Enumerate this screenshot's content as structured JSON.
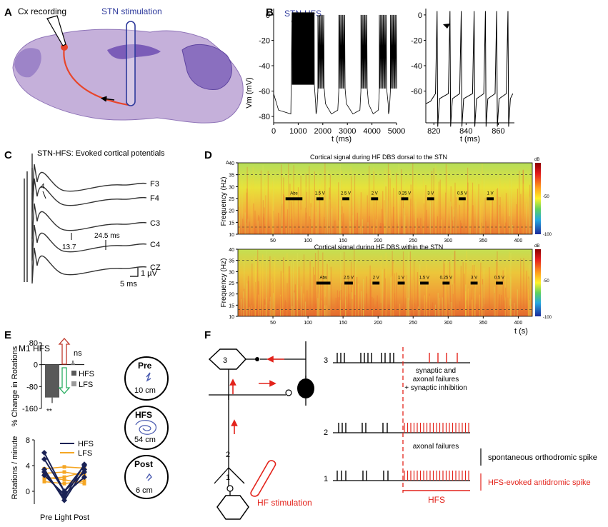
{
  "panel_labels": [
    "A",
    "B",
    "C",
    "D",
    "E",
    "F"
  ],
  "panelA": {
    "cx_label": "Cx recording",
    "stn_label": "STN stimulation",
    "colors": {
      "tissue": "#b9a3cf",
      "tissue_dark": "#6a4fa3",
      "path": "#e8452a",
      "stn": "#2e3a9c"
    }
  },
  "panelB": {
    "hfs_label": "STN-HFS",
    "ylabel": "Vm (mV)",
    "xlabel": "t (ms)",
    "left_yticks": [
      "0",
      "-20",
      "-40",
      "-60",
      "-80"
    ],
    "left_xticks": [
      "0",
      "1000",
      "2000",
      "3000",
      "4000",
      "5000"
    ],
    "right_yticks": [
      "0",
      "-20",
      "-40",
      "-60"
    ],
    "right_xticks": [
      "820",
      "840",
      "860"
    ],
    "stim_start_ms": 800,
    "stim_end_ms": 1600
  },
  "panelC": {
    "title": "STN-HFS: Evoked cortical potentials",
    "traces": [
      "F3",
      "F4",
      "C3",
      "C4",
      "CZ"
    ],
    "annotations": [
      "4",
      "24.5 ms",
      "13.7"
    ],
    "scale_v": "1 µV",
    "scale_t": "5 ms"
  },
  "panelD": {
    "sublabel": "A",
    "top_title": "Cortical signal during HF DBS dorsal to the STN",
    "bottom_title": "Cortical signal during HF DBS within the STN",
    "ylabel": "Frequency (Hz)",
    "yticks": [
      "40",
      "35",
      "30",
      "25",
      "20",
      "15",
      "10"
    ],
    "xticks": [
      "50",
      "100",
      "150",
      "200",
      "250",
      "300",
      "350",
      "400"
    ],
    "xlabel": "t (s)",
    "cbar_unit": "dB",
    "cbar_ticks": [
      "-50",
      "-100"
    ],
    "top_stim": [
      "Abs",
      "1.5 V",
      "2.5 V",
      "2 V",
      "0.25 V",
      "3 V",
      "0.5 V",
      "1 V"
    ],
    "bottom_stim": [
      "Abs",
      "2.5 V",
      "2 V",
      "1 V",
      "1.5 V",
      "0.25 V",
      "3 V",
      "0.5 V"
    ]
  },
  "panelE": {
    "title": "M1 HFS",
    "bar_ylabel": "% Change in Rotations",
    "bar_yticks": [
      "80",
      "0",
      "-80",
      "-160"
    ],
    "ns": "ns",
    "sig": "**",
    "legend": [
      "HFS",
      "LFS"
    ],
    "line_ylabel": "Rotations / minute",
    "line_yticks": [
      "8",
      "4",
      "0"
    ],
    "line_xlabel": "Pre Light Post",
    "circles": [
      {
        "label": "Pre",
        "dist": "10 cm"
      },
      {
        "label": "HFS",
        "dist": "54 cm"
      },
      {
        "label": "Post",
        "dist": "6 cm"
      }
    ],
    "colors": {
      "hfs": "#1a2255",
      "lfs": "#f5a623",
      "bar_hfs": "#595959",
      "bar_lfs": "#9a9a9a",
      "up": "#c0392b",
      "down": "#27ae60",
      "track": "#4a5bb0"
    }
  },
  "chart_data": [
    {
      "type": "bar",
      "categories": [
        "HFS",
        "LFS"
      ],
      "values": [
        -120,
        5
      ],
      "ylabel": "% Change in Rotations",
      "ylim": [
        -160,
        80
      ]
    },
    {
      "type": "line",
      "categories": [
        "Pre",
        "Light",
        "Post"
      ],
      "ylabel": "Rotations / minute",
      "ylim": [
        -2,
        8
      ],
      "series": [
        {
          "name": "HFS",
          "values": [
            [
              3,
              -1,
              4.2
            ],
            [
              3.4,
              -1.4,
              3.4
            ],
            [
              6,
              0,
              3
            ],
            [
              2.5,
              -0.5,
              2.2
            ],
            [
              5,
              0,
              4
            ]
          ]
        },
        {
          "name": "LFS",
          "values": [
            [
              3.5,
              3.8,
              3.6
            ],
            [
              2.8,
              3,
              2.5
            ],
            [
              2,
              2.2,
              3
            ],
            [
              1.5,
              1.2,
              1.6
            ],
            [
              2.2,
              1.8,
              1.2
            ]
          ]
        }
      ]
    }
  ],
  "panelF": {
    "neuron_labels": [
      "3",
      "2",
      "1"
    ],
    "row_labels": [
      "3",
      "2",
      "1"
    ],
    "row3_note": "synaptic and\naxonal failures\n+ synaptic inhibition",
    "row2_note": "axonal failures",
    "legend_spont": "spontaneous orthodromic spike",
    "legend_anti": "HFS-evoked antidromic spike",
    "hfs_label": "HFS",
    "stim_label": "HF stimulation",
    "colors": {
      "red": "#e3231b",
      "black": "#000000"
    }
  }
}
